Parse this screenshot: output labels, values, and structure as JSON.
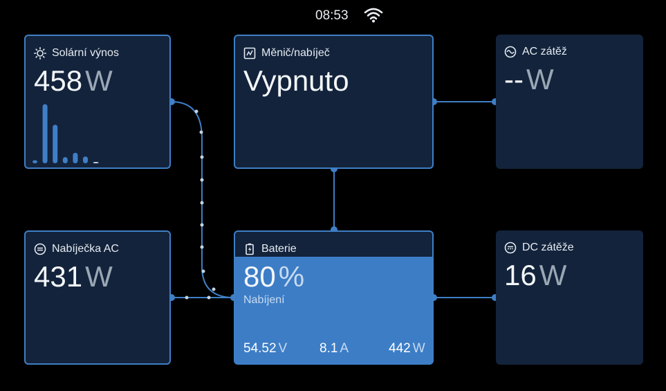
{
  "status_bar": {
    "time": "08:53",
    "wifi_icon": "wifi-icon"
  },
  "cards": {
    "solar": {
      "title": "Solární výnos",
      "value": "458",
      "unit": "W",
      "icon": "sun-icon",
      "history": [
        0.05,
        0.95,
        0.62,
        0.1,
        0.17,
        0.11,
        0.02
      ]
    },
    "inverter": {
      "title": "Měnič/nabíječ",
      "state": "Vypnuto",
      "icon": "inverter-icon"
    },
    "ac_load": {
      "title": "AC zátěž",
      "value": "--",
      "unit": "W",
      "icon": "sine-wave-icon"
    },
    "ac_charger": {
      "title": "Nabíječka AC",
      "value": "431",
      "unit": "W",
      "icon": "ac-input-icon"
    },
    "battery": {
      "title": "Baterie",
      "value": "80",
      "unit": "%",
      "state": "Nabíjení",
      "icon": "battery-charging-icon",
      "voltage": "54.52",
      "voltage_unit": "V",
      "current": "8.1",
      "current_unit": "A",
      "power": "442",
      "power_unit": "W"
    },
    "dc_load": {
      "title": "DC zátěže",
      "value": "16",
      "unit": "W",
      "icon": "dc-icon"
    }
  },
  "colors": {
    "background": "#000000",
    "card": "#13233b",
    "accent": "#3f7fc6",
    "battery_fill": "#3d7dc6",
    "unit_text": "#9aa7b5"
  }
}
